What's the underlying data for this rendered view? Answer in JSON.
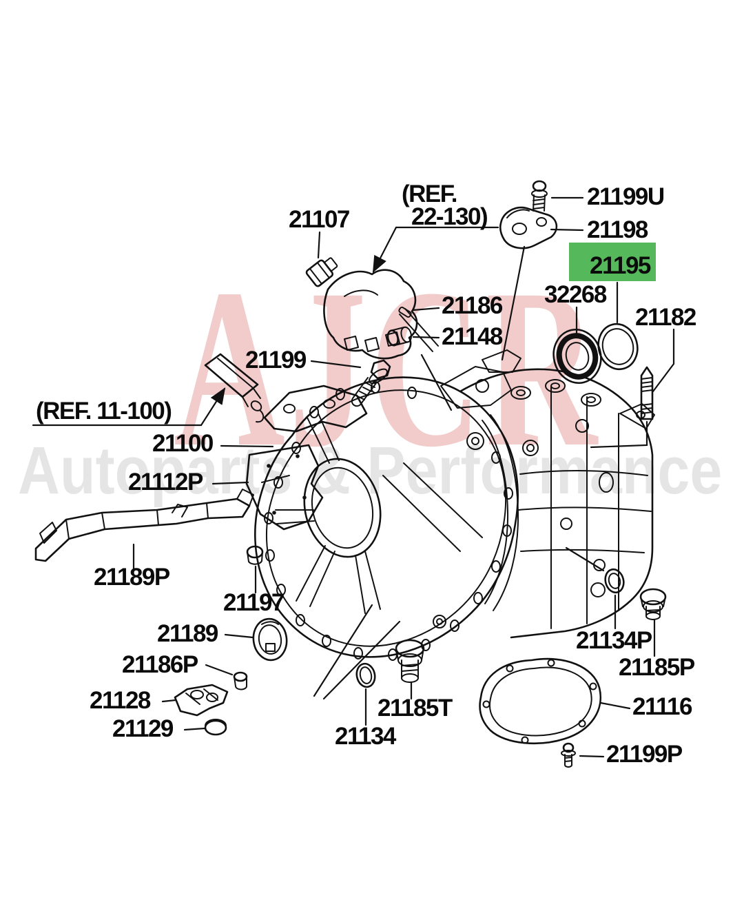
{
  "diagram": {
    "type": "exploded-parts-diagram",
    "subject": "manual-transmission-case",
    "highlight": {
      "part_number": "21195",
      "box_color": "#55b85a",
      "text_color": "#2e7d3a"
    },
    "watermark": {
      "logo": "AJCR",
      "tagline": "Autoparts & Performance",
      "logo_color": "#d85c5c",
      "tagline_color": "#e5e5e5"
    },
    "labels": {
      "ref22_line1": "(REF.",
      "ref22_line2": "22-130)",
      "ref11": "(REF. 11-100)",
      "p21107": "21107",
      "p21199U": "21199U",
      "p21198": "21198",
      "p21195": "21195",
      "p32268": "32268",
      "p21182": "21182",
      "p21186": "21186",
      "p21148": "21148",
      "p21199": "21199",
      "p21100": "21100",
      "p21112P": "21112P",
      "p21189P": "21189P",
      "p21197": "21197",
      "p21189": "21189",
      "p21186P": "21186P",
      "p21128": "21128",
      "p21129": "21129",
      "p21134": "21134",
      "p21185T": "21185T",
      "p21134P": "21134P",
      "p21185P": "21185P",
      "p21116": "21116",
      "p21199P": "21199P"
    }
  }
}
